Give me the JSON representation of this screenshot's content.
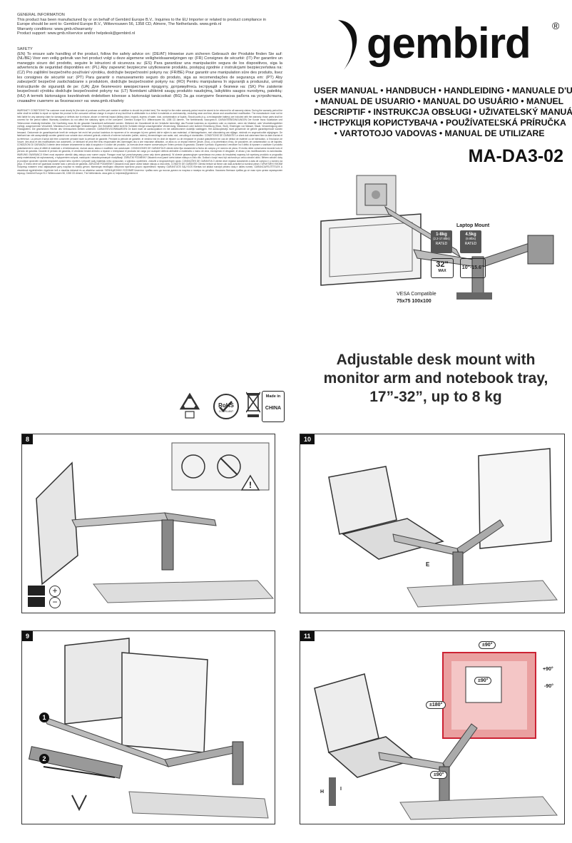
{
  "general": {
    "heading": "GENERAL INFORMATION",
    "lines": [
      "This product has been manufactured by or on behalf of Gembird Europe B.V.. Inquiries to the EU Importer or related to product compliance in",
      "Europe should be sent to: Gembird Europe B.V., Wittevrouwen 56, 1358 CD, Almere, The Netherlands. www.gmb.nl",
      "Warranty conditions: www.gmb.nl/warranty",
      "Product support: www.gmb.nl/service and/or helpdesk@gembird.nl"
    ]
  },
  "safety": {
    "heading": "SAFETY",
    "text": "(EN) To ensure safe handling of the product, follow the safety advice on: (DE/AT) Hinweise zum sicheren Gebrauch der Produkte finden Sie auf: (NL/BE) Voor een veilig gebruik van het product volgt u deze algemene veiligheidsaanwijzingen op: (FR) Consignes de sécurité: (IT) Per garantire un maneggio sicuro del prodotto, seguire le istruzioni di sicurezza su: (ES) Para garantizar una manipulación segura de los dispositivos, siga la advertencia de seguridad disponibles en: (PL) Aby zapewnić bezpieczne użytkowanie produktu, postępuj zgodnie z instrukcjami bezpieczeństwa na: (CZ) Pro zajištění bezpečného používání výrobku, dodržujte bezpečnostní pokyny na: (FR/BE) Pour garantir une manipulation sûre des produits, lisez les consignes de sécurité sur: (PT) Para garantir o manuseamento seguro do produto, siga as recomendações de segurança em: (PT) Aby zabezpečiť bezpečné zaobchádzanie s produktom, dodržujte bezpečnostné pokyny na: (RO) Pentru manipularea în siguranță a produsului, urmați instrucțiunile de siguranță de pe: (UA) Для безпечного використання продукту, дотримуйтесь інструкцій з безпеки на: (SK) Pre zaistenie bezpečnosti výrobku dodržujte bezpečnostné pokyny na: (LT) Norėdami užtikrinti saugų produkto naudojimą, laikykitės saugos nurodymų, pateiktų: (HU) A termék biztonságos kezelésének érdekében kövesse a biztonsági tanácsokat: (BG) За да осигурите безопасна работа на устройствата, спазвайте съветите за безопасност на: www.gmb.nl/safety"
  },
  "warranty_text": "WARRANTY CONDITIONS The customer must clearly fix (the date of purchase and the part number in addition to should be printed here) The receipt for the entire warranty period must be stored to be returned for all warranty claims. During the warranty period the seller shall be entitled to repair or replace the product to the consumer without charge in respect of any fault that is attributable to a defect in materials or workmanship, excluding wear and tear, abuse and unauthorised modification. The manufacturer must not be held liable for any warranty claim for damages or defects due to misuse, abuse or external impact (falling down, impact), ingress of water, dust, contamination or liquids. Should parts (e.g. a rechargeable battery) are included with the warranty, those parts shall be covered for the period stated. Warranty conditions do not affect the statutory rights of the consumer. Gembird Europe B.V. Wittevrouwen 56, 1358 CD Almere, The Netherlands. www.gmb.nl. GARANTIEBEDINGUNGEN Der Kunde muss Kaufdatum und Teilenummer eindeutig festhalten. Der Kaufbeleg muss für die gesamte Garantiezeit aufbewahrt werden. Während der Garantiezeit ist der Verkäufer berechtigt, das Produkt kostenlos zu reparieren oder zu ersetzen, wenn ein Material- oder Verarbeitungsfehler vorliegt, ausgenommen Verschleiß, Missbrauch und unbefugte Veränderungen. Der Hersteller haftet nicht für Schäden infolge unsachgemäßer Verwendung, Missbrauch oder äußerer Einwirkung (Sturz, Stoß), Eindringen von Wasser, Staub, Verunreinigung oder Flüssigkeiten. Die gesetzlichen Rechte des Verbrauchers bleiben unberührt. GARANTIEVOORWAARDEN De klant moet de aankoopdatum en het artikelnummer duidelijk vastleggen. Het aankoopbewijs moet gedurende de gehele garantieperiode worden bewaard. Gedurende de garantieperiode heeft de verkoper het recht het product kosteloos te repareren of te vervangen bij een gebrek dat te wijten is aan materiaal- of fabricagefouten, met uitzondering van slijtage, misbruik en ongeoorloofde wijzigingen. De fabrikant kan niet aansprakelijk worden gesteld voor schade door verkeerd gebruik, misbruik of externe invloeden (vallen, stoten), binnendringen van water, stof, vervuiling of vloeistoffen. CONDITIONS DE GARANTIE Le client doit clairement fixer la date d'achat et la référence. La preuve d'achat doit être conservée pendant toute la période de garantie. Pendant la période de garantie, le vendeur est en droit de réparer ou de remplacer le produit gratuitement en cas de défaut de matériel ou de fabrication, à l'exclusion de l'usure, des abus et des modifications non autorisées. Le fabricant ne peut être tenu responsable des dommages dus à une mauvaise utilisation, un abus ou un impact externe (chute, choc), à la pénétration d'eau, de poussière, de contamination ou de liquides. CONDIZIONI DI GARANZIA Il cliente deve indicare chiaramente la data di acquisto e il codice del prodotto. La ricevuta deve essere conservata per l'intero periodo di garanzia. Durante il periodo di garanzia il venditore ha il diritto di riparare o sostituire il prodotto gratuitamente in caso di difetti di materiale o di fabbricazione, esclusi usura, abuso e modifiche non autorizzate. CONDICIONES DE GARANTÍA El cliente debe fijar claramente la fecha de compra y el número de pieza. El recibo debe conservarse durante todo el período de garantía. Durante el período de garantía, el vendedor tendrá derecho a reparar o reemplazar el producto sin cargo por cualquier defecto atribuible a materiales o mano de obra, excluyendo el desgaste, el abuso y las modificaciones no autorizadas. WARUNKI GWARANCJI Klient musi wyraźnie określić datę zakupu oraz numer części. Paragon musi być przechowywany przez cały okres gwarancji. W okresie gwarancyjnym sprzedawca ma prawo do bezpłatnej naprawy lub wymiany produktu w przypadku wady materiałowej lub wykonawczej, z wyłączeniem zużycia, nadużycia i nieautoryzowanych modyfikacji. ZÁRUČNÍ PODMÍNKY Zákazník musí jasně uvést datum nákupu a číslo dílu. Doklad o koupi musí být uschován po celou záruční dobu. Během záruční doby je prodejce oprávněn výrobek bezplatně opravit nebo vyměnit v případě vady materiálu nebo zpracování, s výjimkou opotřebení, zneužití a neoprávněných úprav. CONDIÇÕES DE GARANTIA O cliente deve registar claramente a data de compra e o número da peça. O recibo deve ser guardado durante todo o período de garantia. ZÁRUČNÉ PODMIENKY Zákazník musí jasne uviesť dátum nákupu a číslo dielu. CONDIȚII DE GARANȚIE Clientul trebuie să fixeze clar data achiziției și numărul piesei. ГАРАНТІЙНІ УМОВИ Покупець повинен чітко зафіксувати дату покупки та номер деталі. Квитанцію необхідно зберігати протягом усього гарантійного терміну. GARANTIJOS SĄLYGOS Klientas turi aiškiai nurodyti pirkimo datą ir dalies numerį. GARANCIAFELTÉTELEK A vásárlónak egyértelműen rögzítenie kell a vásárlás dátumát és az alkatrész számát. ГАРАНЦИОННИ УСЛОВИЯ Клиентът трябва ясно да посочи датата на покупка и номера на детайла. Касовата бележка трябва да се пази през целия гаранционен период. Gembird Europe B.V. Wittevrouwen 56, 1358 CD Almere, The Netherlands. www.gmb.nl, helpdesk@gembird.nl",
  "certs": {
    "rohs": "RoHS",
    "rohs_sub": "COMPLIANT",
    "made_in": "Made in",
    "country": "CHINA"
  },
  "brand": {
    "name": "gembird",
    "registered": "®"
  },
  "manual_titles": [
    "USER MANUAL • HANDBUCH • HANDLEIDING • MANUALE D'USO",
    "• MANUAL DE USUARIO • MANUAL DO USUÁRIO • MANUEL",
    "DESCRIPTIF • INSTRUKCJA OBSŁUGI • UŽIVATELSKÝ MANUÁL",
    "• ІНСТРУКЦІЯ КОРИСТУВАЧА • POUŽÍVATEĽSKÁ PRÍRUČKA",
    "• VARTOTOJO VADOVAS • MANUAL DE UTILIZARE"
  ],
  "model": "MA-DA3-02",
  "product_badges": {
    "laptop_mount": "Laptop Mount",
    "weight_left": "1-8kg",
    "weight_left_lb": "(2.2-17.6lbs)",
    "weight_left_rated": "RATED",
    "weight_right": "4.5kg",
    "weight_right_lb": "(9.9lbs)",
    "weight_right_rated": "RATED",
    "screen_max": "32\"",
    "screen_max_label": "MAX",
    "laptop_size": "10\"-15.6\"",
    "vesa": "VESA Compatible",
    "vesa_sizes": "75x75 100x100"
  },
  "subtitle": [
    "Adjustable desk mount with",
    "monitor arm and notebook tray,",
    "17”-32”, up to 8 kg"
  ],
  "panels": {
    "p8": "8",
    "p9": "9",
    "p10": "10",
    "p11": "11",
    "step1": "1",
    "step2": "2",
    "label_e": "E",
    "label_h": "H",
    "label_i": "I",
    "rot_180": "±180°",
    "rot_90a": "±90°",
    "rot_90b": "±90°",
    "rot_90c": "±90°",
    "tilt_plus": "+90°",
    "tilt_minus": "-90°"
  }
}
